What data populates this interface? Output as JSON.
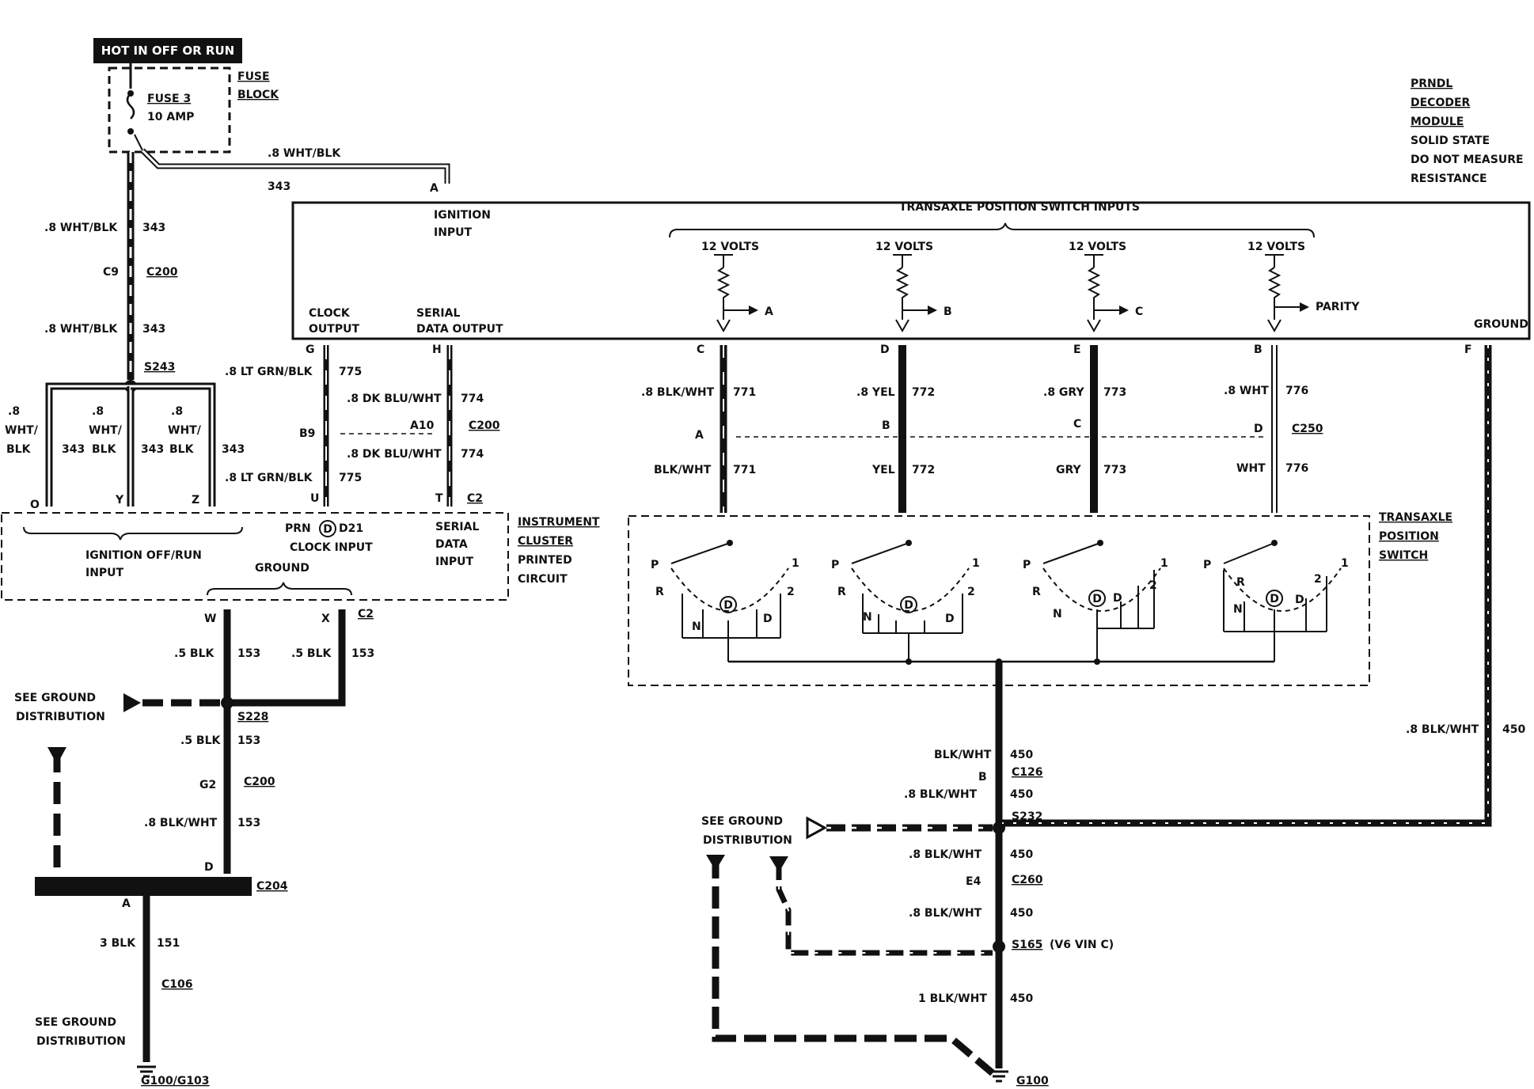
{
  "header": {
    "hot": "HOT IN OFF OR RUN"
  },
  "fuse": {
    "name": "FUSE 3",
    "rating": "10 AMP",
    "block1": "FUSE",
    "block2": "BLOCK"
  },
  "prndl": {
    "lines": [
      "PRNDL",
      "DECODER",
      "MODULE",
      "SOLID STATE",
      "DO NOT MEASURE",
      "RESISTANCE"
    ],
    "inputs_title": "TRANSAXLE POSITION SWITCH INPUTS",
    "ignition_input": [
      "IGNITION",
      "INPUT"
    ],
    "clock_output": [
      "CLOCK",
      "OUTPUT"
    ],
    "serial_output": [
      "SERIAL",
      "DATA OUTPUT"
    ],
    "ground": "GROUND",
    "volts": "12 VOLTS",
    "outputs": [
      "A",
      "B",
      "C",
      "PARITY"
    ]
  },
  "pins": {
    "A": "A",
    "C": "C",
    "D": "D",
    "E": "E",
    "B": "B",
    "F": "F",
    "G": "G",
    "H": "H",
    "C9": "C9",
    "B9": "B9",
    "A10": "A10",
    "U": "U",
    "T": "T",
    "O": "O",
    "Y": "Y",
    "Z": "Z",
    "W": "W",
    "X": "X",
    "G2": "G2",
    "E4": "E4"
  },
  "connectors": {
    "C200": "C200",
    "C2": "C2",
    "C250": "C250",
    "C204": "C204",
    "C106": "C106",
    "C126": "C126",
    "C260": "C260"
  },
  "splices": {
    "S243": "S243",
    "S228": "S228",
    "S232": "S232",
    "S165": "S165",
    "S165_note": "(V6 VIN C)"
  },
  "grounds": {
    "G100_103": "G100/G103",
    "G100": "G100"
  },
  "wires": {
    "wht_blk_8": ".8 WHT/BLK",
    "c343": "343",
    "lt_grn_blk_8": ".8 LT GRN/BLK",
    "c775": "775",
    "dk_blu_wht_8": ".8 DK BLU/WHT",
    "c774": "774",
    "blk_wht_8": ".8 BLK/WHT",
    "blk_wht": "BLK/WHT",
    "c771": "771",
    "yel_8": ".8 YEL",
    "yel": "YEL",
    "c772": "772",
    "gry_8": ".8 GRY",
    "gry": "GRY",
    "c773": "773",
    "wht_8": ".8 WHT",
    "wht": "WHT",
    "c776": "776",
    "c450": "450",
    "one_blk_wht": "1 BLK/WHT",
    "blk_5": ".5 BLK",
    "c153": "153",
    "blk_3": "3 BLK",
    "c151": "151",
    "wht_slash": "WHT/",
    "blk": "BLK",
    "dot8": ".8"
  },
  "cluster": {
    "title": [
      "INSTRUMENT",
      "CLUSTER",
      "PRINTED",
      "CIRCUIT"
    ],
    "ign_input": [
      "IGNITION OFF/RUN",
      "INPUT"
    ],
    "ground": "GROUND",
    "prn": "PRN",
    "d_circle": "D",
    "d21": "D21",
    "clock_input": "CLOCK INPUT",
    "serial_input": [
      "SERIAL",
      "DATA",
      "INPUT"
    ]
  },
  "switch": {
    "title": [
      "TRANSAXLE",
      "POSITION",
      "SWITCH"
    ],
    "positions": {
      "P": "P",
      "R": "R",
      "N": "N",
      "D": "D",
      "one": "1",
      "two": "2",
      "dcircle": "D"
    }
  },
  "see_ground": [
    "SEE GROUND",
    "DISTRIBUTION"
  ]
}
